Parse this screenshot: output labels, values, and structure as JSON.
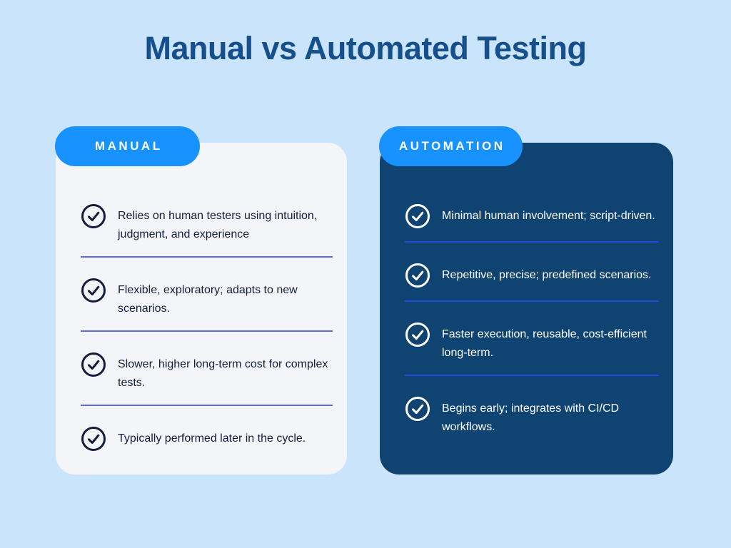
{
  "page": {
    "title": "Manual vs Automated Testing"
  },
  "colors": {
    "background": "#cae4fb",
    "title": "#15508d",
    "badge_bg": "#1792ff",
    "badge_text": "#ffffff",
    "light_card_bg": "#f4f5f9",
    "light_card_text": "#161d3a",
    "light_divider": "#5d6ce5",
    "dark_card_bg": "#0f4472",
    "dark_card_text": "#ffffff",
    "dark_divider": "#1f4ad9"
  },
  "icons": {
    "item_marker": "check-circle"
  },
  "cards": [
    {
      "badge": "MANUAL",
      "items": [
        "Relies on human testers using intuition, judgment, and experience",
        "Flexible, exploratory; adapts to new scenarios.",
        "Slower, higher long-term cost for complex tests.",
        "Typically performed later in the cycle."
      ]
    },
    {
      "badge": "AUTOMATION",
      "items": [
        "Minimal human involvement; script-driven.",
        "Repetitive, precise; predefined scenarios.",
        "Faster execution, reusable, cost-efficient long-term.",
        "Begins early; integrates with CI/CD workflows."
      ]
    }
  ]
}
